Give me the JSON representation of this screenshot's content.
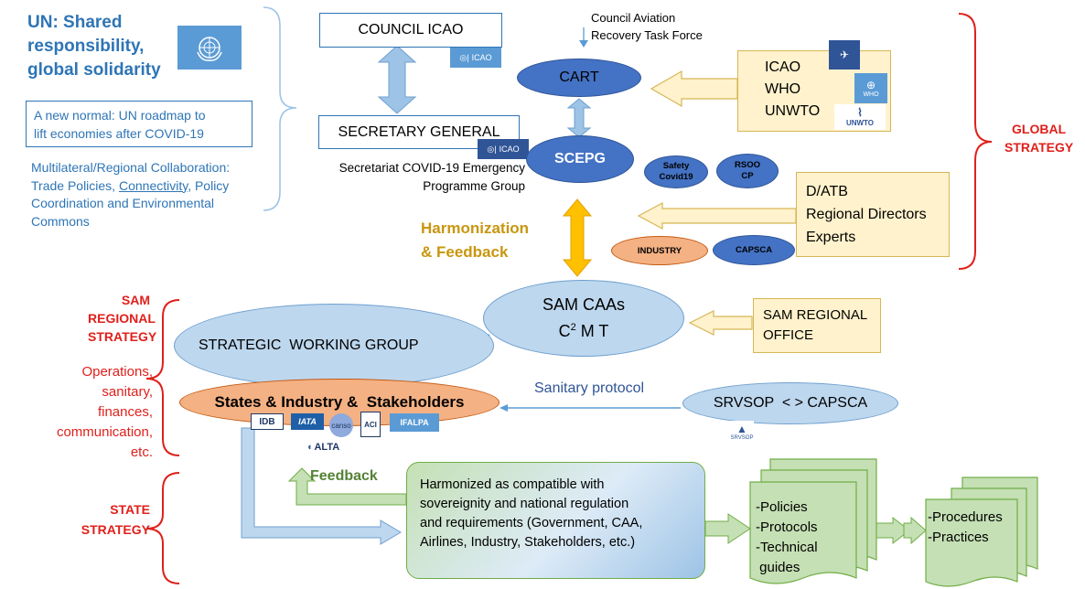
{
  "un_section": {
    "title": "UN: Shared responsibility, global solidarity",
    "title_lines": [
      "UN: Shared",
      "responsibility,",
      "global solidarity"
    ],
    "roadmap_lines": [
      "A new normal: UN roadmap to",
      "lift economies after COVID-19"
    ],
    "multilateral_lines": [
      "Multilateral/Regional Collaboration:",
      "Trade Policies,",
      "Connectivity",
      ", Policy",
      "Coordination and Environmental",
      "Commons"
    ]
  },
  "council": {
    "label": "COUNCIL ICAO",
    "logo_text": "ICAO"
  },
  "secretary": {
    "label": "SECRETARY GENERAL",
    "logo_text": "ICAO"
  },
  "secretariat_caption": [
    "Secretariat COVID-19 Emergency",
    "Programme Group"
  ],
  "cart_caption": [
    "Council Aviation",
    "Recovery Task Force"
  ],
  "cart": {
    "label": "CART"
  },
  "scepg": {
    "label": "SCEPG"
  },
  "safety": {
    "lines": [
      "Safety",
      "Covid19"
    ]
  },
  "rsoo": {
    "lines": [
      "RSOO",
      "CP"
    ]
  },
  "industry": {
    "label": "INDUSTRY"
  },
  "capsca": {
    "label": "CAPSCA"
  },
  "partners_box": {
    "lines": [
      "ICAO",
      "WHO",
      "UNWTO"
    ],
    "logos": [
      "WHO",
      "UNWTO"
    ]
  },
  "datb_box": {
    "lines": [
      "D/ATB",
      "Regional Directors",
      "Experts"
    ]
  },
  "harmonization": {
    "lines": [
      "Harmonization",
      "& Feedback"
    ]
  },
  "global_strategy": {
    "lines": [
      "GLOBAL",
      "STRATEGY"
    ]
  },
  "sam_regional": {
    "lines": [
      "SAM",
      "REGIONAL",
      "STRATEGY"
    ]
  },
  "sam_details": {
    "lines": [
      "Operations,",
      "sanitary,",
      "finances,",
      "communication,",
      "etc."
    ]
  },
  "state_strategy": {
    "lines": [
      "STATE",
      "STRATEGY"
    ]
  },
  "sam_caas": {
    "line1": "SAM CAAs",
    "line2_a": "C",
    "line2_sup": "2",
    "line2_b": " M T"
  },
  "sam_office": {
    "lines": [
      "SAM REGIONAL",
      "OFFICE"
    ]
  },
  "strategic_wg": {
    "label": "STRATEGIC  WORKING GROUP"
  },
  "states_industry": {
    "label": "States & Industry &  Stakeholders"
  },
  "stakeholder_logos": [
    "IDB",
    "IATA",
    "canso",
    "ACI",
    "IFALPA",
    "ALTA"
  ],
  "sanitary_protocol": {
    "label": "Sanitary protocol"
  },
  "srvsop": {
    "label": "SRVSOP  < > CAPSCA",
    "logo_text": "SRVSOP"
  },
  "feedback": {
    "label": "Feedback"
  },
  "harmonized_box": {
    "lines": [
      "Harmonized as compatible with",
      "sovereignity and national regulation",
      "and requirements (Government, CAA,",
      "Airlines, Industry, Stakeholders, etc.)"
    ]
  },
  "policies_doc": {
    "lines": [
      "-Policies",
      "-Protocols",
      "-Technical",
      " guides"
    ]
  },
  "procedures_doc": {
    "lines": [
      "-Procedures",
      "-Practices"
    ]
  },
  "colors": {
    "blue_text": "#2E75B6",
    "red_text": "#E0201B",
    "orange_text": "#C8960E",
    "green_text": "#548235",
    "ellipse_dark": "#4472C4",
    "ellipse_light": "#BDD7EE",
    "cream": "#FFF2CC",
    "orange_fill": "#F4B183",
    "green_fill": "#C5E0B4",
    "gold": "#FFC000"
  }
}
